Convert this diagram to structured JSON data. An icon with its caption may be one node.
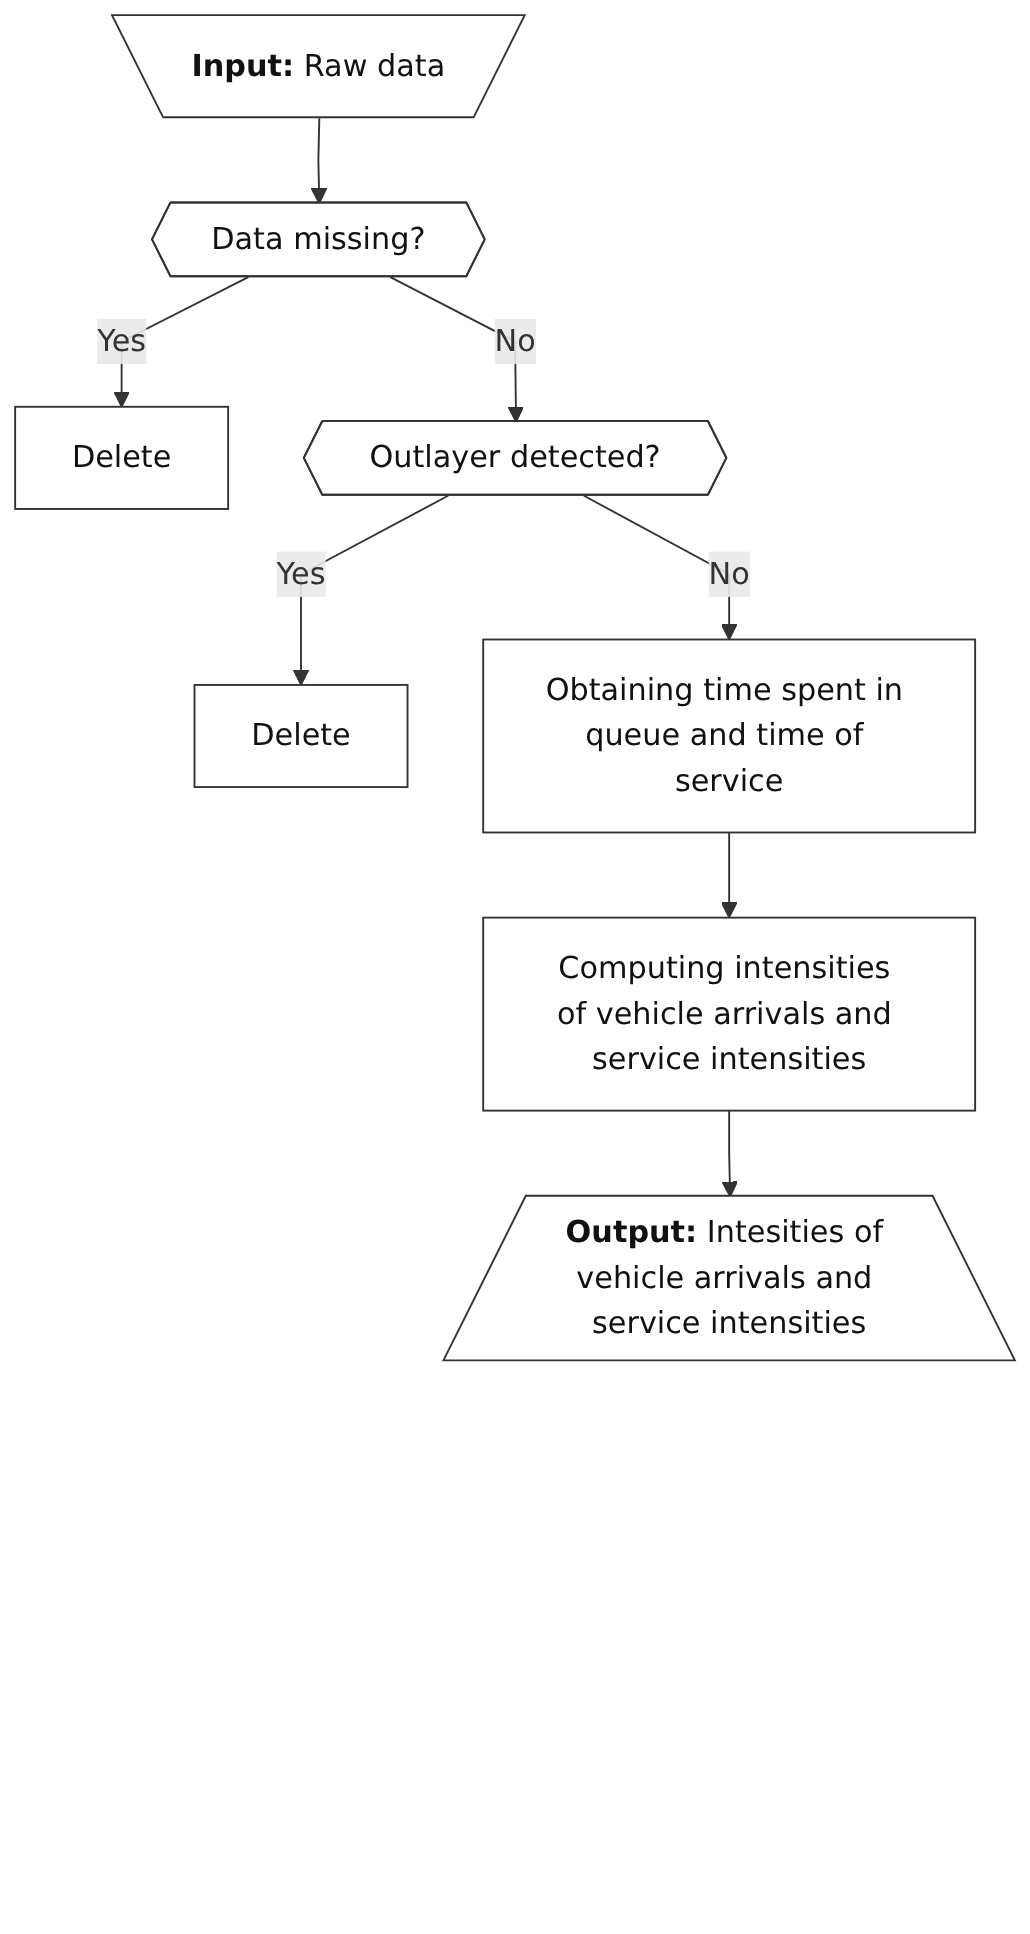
{
  "diagram": {
    "nodes": [
      {
        "text": [
          "**Input:** Raw data"
        ]
      },
      {
        "text": [
          "Data missing?"
        ]
      },
      {
        "text": [
          "Delete"
        ]
      },
      {
        "text": [
          "Outlayer detected?"
        ]
      },
      {
        "text": [
          "Delete"
        ]
      },
      {
        "text": [
          "Obtaining time spent in queue and time of service"
        ]
      },
      {
        "text": [
          "Computing intensities of vehicle arrivals and service intensities"
        ]
      },
      {
        "text": [
          "**Output:** Intesities of vehicle arrivals and service intensities"
        ]
      }
    ],
    "edges": [
      {
        "from": 0,
        "to": 1,
        "arrow": "to"
      },
      {
        "from": 1,
        "to": 2,
        "arrow": "to",
        "label": "Yes"
      },
      {
        "from": 1,
        "to": 3,
        "arrow": "to",
        "label": "No"
      },
      {
        "from": 3,
        "to": 4,
        "arrow": "to",
        "label": "Yes"
      },
      {
        "from": 3,
        "to": 5,
        "arrow": "to",
        "label": "No"
      },
      {
        "from": 5,
        "to": 6,
        "arrow": "to"
      },
      {
        "from": 6,
        "to": 7,
        "arrow": "to"
      }
    ]
  }
}
